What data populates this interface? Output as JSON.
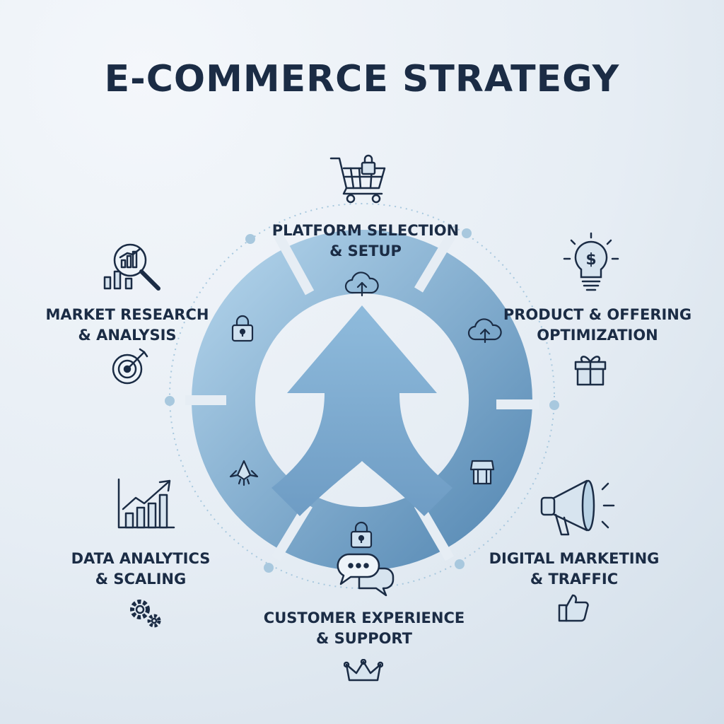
{
  "title": "E-COMMERCE STRATEGY",
  "stages": [
    {
      "line1": "PLATFORM SELECTION",
      "line2": "& SETUP"
    },
    {
      "line1": "PRODUCT & OFFERING",
      "line2": "OPTIMIZATION"
    },
    {
      "line1": "DIGITAL MARKETING",
      "line2": "& TRAFFIC"
    },
    {
      "line1": "CUSTOMER EXPERIENCE",
      "line2": "& SUPPORT"
    },
    {
      "line1": "DATA ANALYTICS",
      "line2": "& SCALING"
    },
    {
      "line1": "MARKET RESEARCH",
      "line2": "& ANALYSIS"
    }
  ],
  "colors": {
    "ring_light": "#a9cbe3",
    "ring_dark": "#5e8fb8",
    "ink": "#1b2c45",
    "dot": "#a8c8de"
  }
}
